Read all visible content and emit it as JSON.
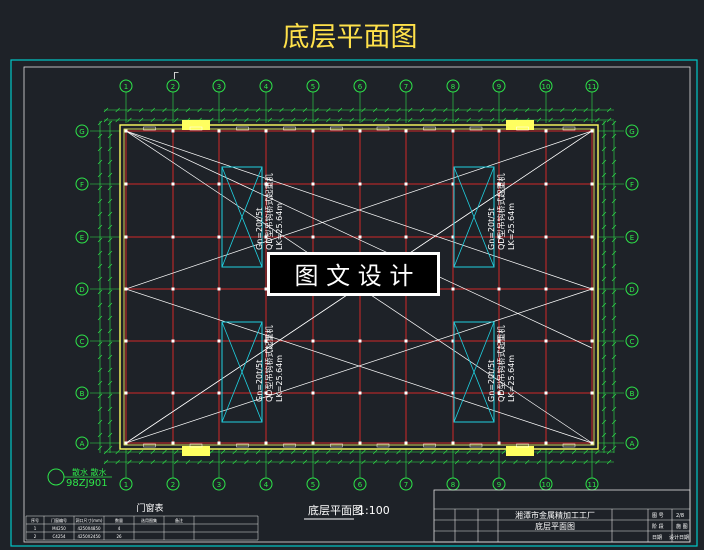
{
  "title": "底层平面图",
  "watermark": "图 文 设 计",
  "view_label": "底层平面图",
  "scale": "1:100",
  "grid_columns": [
    "1",
    "2",
    "3",
    "4",
    "5",
    "6",
    "7",
    "8",
    "9",
    "10",
    "11"
  ],
  "grid_rows": [
    "G",
    "F",
    "E",
    "D",
    "C",
    "B",
    "A"
  ],
  "axis_marker": "Γ",
  "crane_labels": {
    "top_left": [
      "Gn=20t/5t",
      "QD型吊钩桥式起重机",
      "LK=25.64m"
    ],
    "top_right": [
      "Gn=20t/5t",
      "QD型吊钩桥式起重机",
      "LK=25.64m"
    ],
    "bottom_left": [
      "Gn=20t/5t",
      "QD型吊钩桥式起重机",
      "LK=25.64m"
    ],
    "bottom_right": [
      "Gn=20t/5t",
      "QD型吊钩桥式起重机",
      "LK=25.64m"
    ]
  },
  "scupper_note": [
    "散水 散水",
    "98ZJ901"
  ],
  "door_table": {
    "title": "门窗表",
    "headers": [
      "序号",
      "门窗编号",
      "洞口尺寸(mm)",
      "数量",
      "选用图集",
      "备注"
    ],
    "rows": [
      [
        "1",
        "M4250",
        "4250X4850",
        "4",
        "",
        ""
      ],
      [
        "2",
        "C4254",
        "4250X2450",
        "26",
        "",
        ""
      ]
    ]
  },
  "title_block": {
    "company": "湘潭市金属精加工工厂",
    "drawing": "底层平面图",
    "sheet_label": "图 号",
    "sheet_no": "2/8",
    "stage_label": "阶 段",
    "stage": "施 图",
    "date_label": "日期",
    "date": "设计日期"
  },
  "colors": {
    "background": "#1e2228",
    "frame": "#00c8c8",
    "title": "#ffe14a",
    "grid_red": "#d02828",
    "axis_green": "#2ee64a",
    "wall_yellow": "#ffff60",
    "dim_text": "#d8d8d8"
  }
}
